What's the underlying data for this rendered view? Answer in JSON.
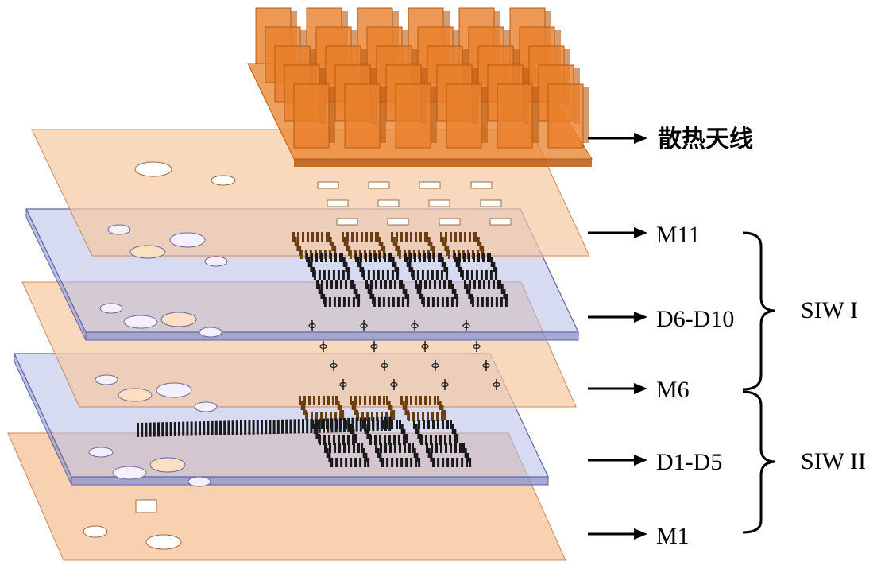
{
  "diagram": {
    "heatsink_label": "散热天线",
    "layer_labels": [
      "M11",
      "D6-D10",
      "M6",
      "D1-D5",
      "M1"
    ],
    "group_labels": [
      "SIW I",
      "SIW II"
    ]
  },
  "colors": {
    "copper_layer": "#f7c9a3",
    "copper_edge": "#c98a5a",
    "dielectric_layer": "#b7bde6",
    "dielectric_edge": "#5b63a8",
    "heatsink": "#e8802a",
    "heatsink_dark": "#b85a10",
    "via": "#1a1a1a",
    "via_top": "#6b3e12"
  }
}
